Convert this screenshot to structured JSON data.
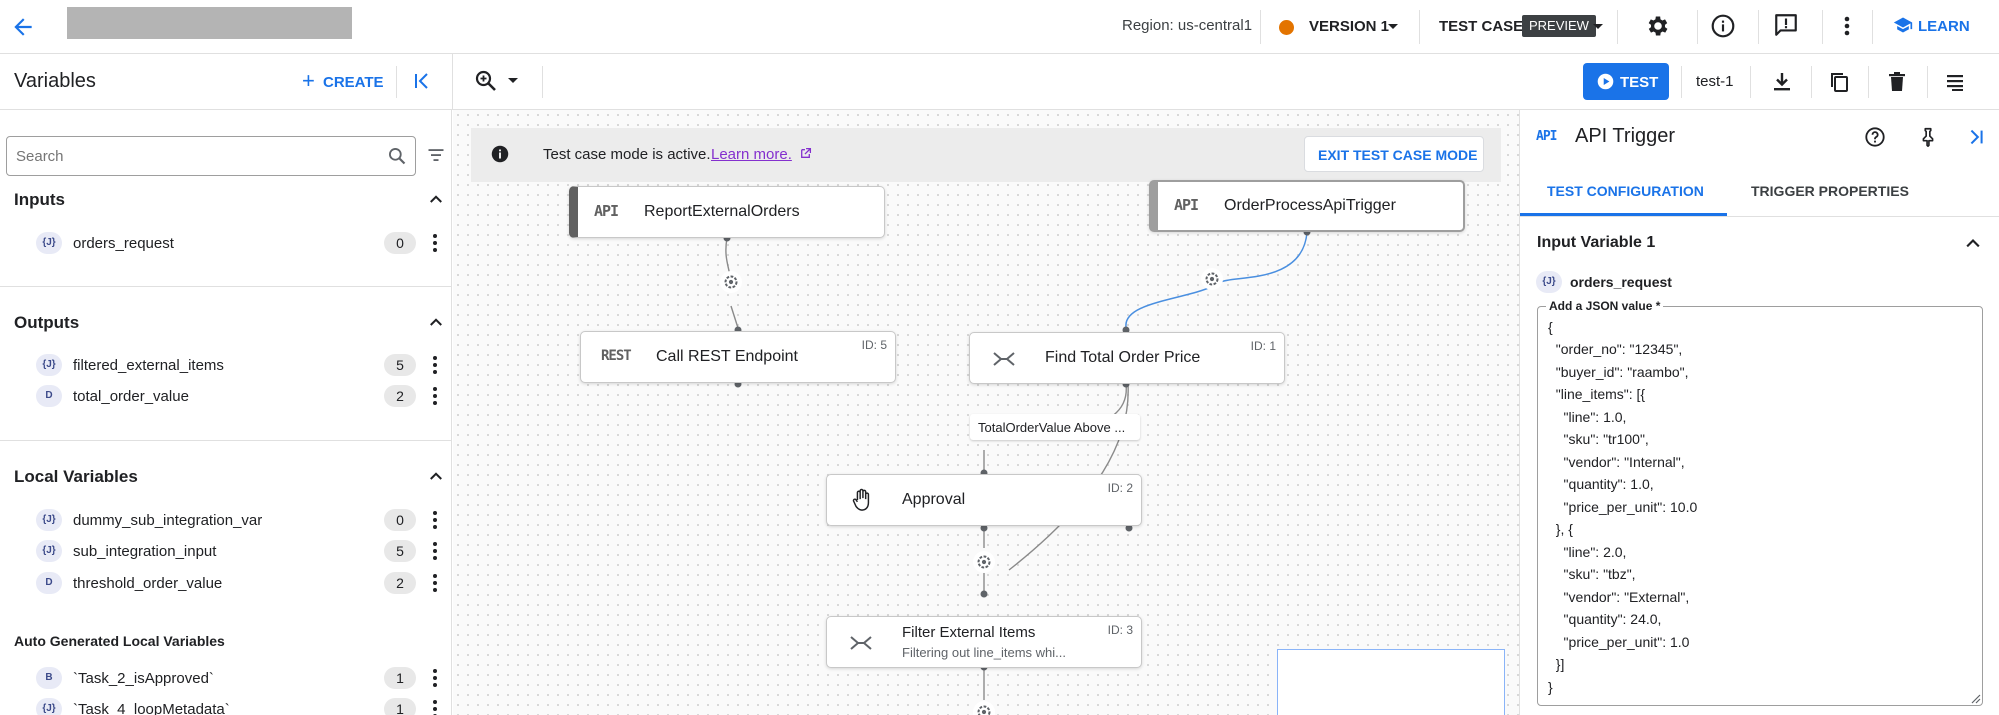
{
  "topbar": {
    "region": "Region: us-central1",
    "version_label": "VERSION 1",
    "version_dot_color": "#e37400",
    "test_case_label": "TEST CASE",
    "preview_badge": "PREVIEW",
    "learn_label": "LEARN",
    "accent_color": "#1a73e8"
  },
  "toolbar": {
    "test_button_label": "TEST",
    "test_case_name": "test-1"
  },
  "variables": {
    "title": "Variables",
    "create_label": "CREATE",
    "search_placeholder": "Search",
    "inputs": {
      "title": "Inputs",
      "items": [
        {
          "badge": "{J}",
          "name": "orders_request",
          "count": "0"
        }
      ]
    },
    "outputs": {
      "title": "Outputs",
      "items": [
        {
          "badge": "{J}",
          "name": "filtered_external_items",
          "count": "5"
        },
        {
          "badge": "D",
          "name": "total_order_value",
          "count": "2"
        }
      ]
    },
    "local": {
      "title": "Local Variables",
      "items": [
        {
          "badge": "{J}",
          "name": "dummy_sub_integration_var",
          "count": "0"
        },
        {
          "badge": "{J}",
          "name": "sub_integration_input",
          "count": "5"
        },
        {
          "badge": "D",
          "name": "threshold_order_value",
          "count": "2"
        }
      ]
    },
    "auto": {
      "title": "Auto Generated Local Variables",
      "items": [
        {
          "badge": "B",
          "name": "`Task_2_isApproved`",
          "count": "1"
        },
        {
          "badge": "{J}",
          "name": "`Task_4_loopMetadata`",
          "count": "1"
        }
      ]
    }
  },
  "canvas": {
    "banner_text": "Test case mode is active.",
    "banner_link": "Learn more.",
    "exit_button": "EXIT TEST CASE MODE",
    "edge_label": "TotalOrderValue Above ...",
    "nodes": [
      {
        "glyph": "API",
        "label": "ReportExternalOrders",
        "id": ""
      },
      {
        "glyph": "API",
        "label": "OrderProcessApiTrigger",
        "id": ""
      },
      {
        "glyph": "REST",
        "label": "Call REST Endpoint",
        "id": "ID: 5"
      },
      {
        "glyph": "merge",
        "label": "Find Total Order Price",
        "id": "ID: 1"
      },
      {
        "glyph": "hand",
        "label": "Approval",
        "id": "ID: 2"
      },
      {
        "glyph": "merge",
        "label": "Filter External Items",
        "sublabel": "Filtering out line_items whi...",
        "id": "ID: 3"
      }
    ]
  },
  "panel": {
    "title": "API Trigger",
    "title_glyph": "API",
    "tabs": [
      "TEST CONFIGURATION",
      "TRIGGER PROPERTIES"
    ],
    "section_title": "Input Variable 1",
    "var_badge": "{J}",
    "var_name": "orders_request",
    "field_label": "Add a JSON value *",
    "json_lines": [
      "{",
      "  \"order_no\": \"12345\",",
      "  \"buyer_id\": \"raambo\",",
      "  \"line_items\": [{",
      "    \"line\": 1.0,",
      "    \"sku\": \"tr100\",",
      "    \"vendor\": \"Internal\",",
      "    \"quantity\": 1.0,",
      "    \"price_per_unit\": 10.0",
      "  }, {",
      "    \"line\": 2.0,",
      "    \"sku\": \"tbz\",",
      "    \"vendor\": \"External\",",
      "    \"quantity\": 24.0,",
      "    \"price_per_unit\": 1.0",
      "  }]",
      "}"
    ]
  }
}
